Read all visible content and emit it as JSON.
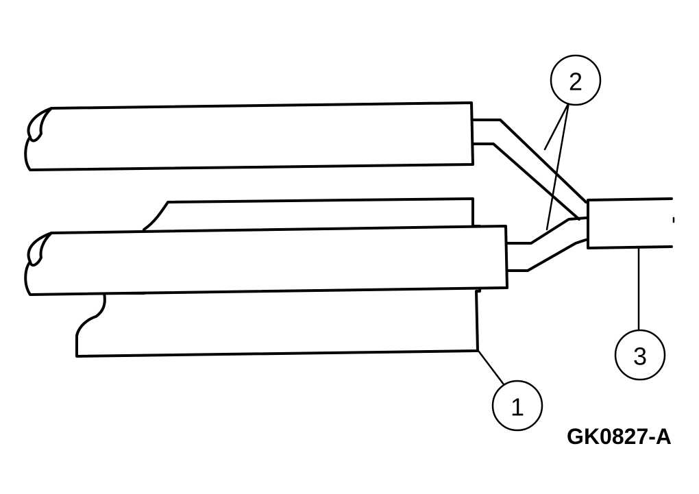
{
  "callouts": [
    {
      "id": "1",
      "label": "1"
    },
    {
      "id": "2",
      "label": "2"
    },
    {
      "id": "3",
      "label": "3"
    }
  ],
  "figure_id": "GK0827-A",
  "colors": {
    "line": "#000000",
    "background": "#ffffff"
  }
}
